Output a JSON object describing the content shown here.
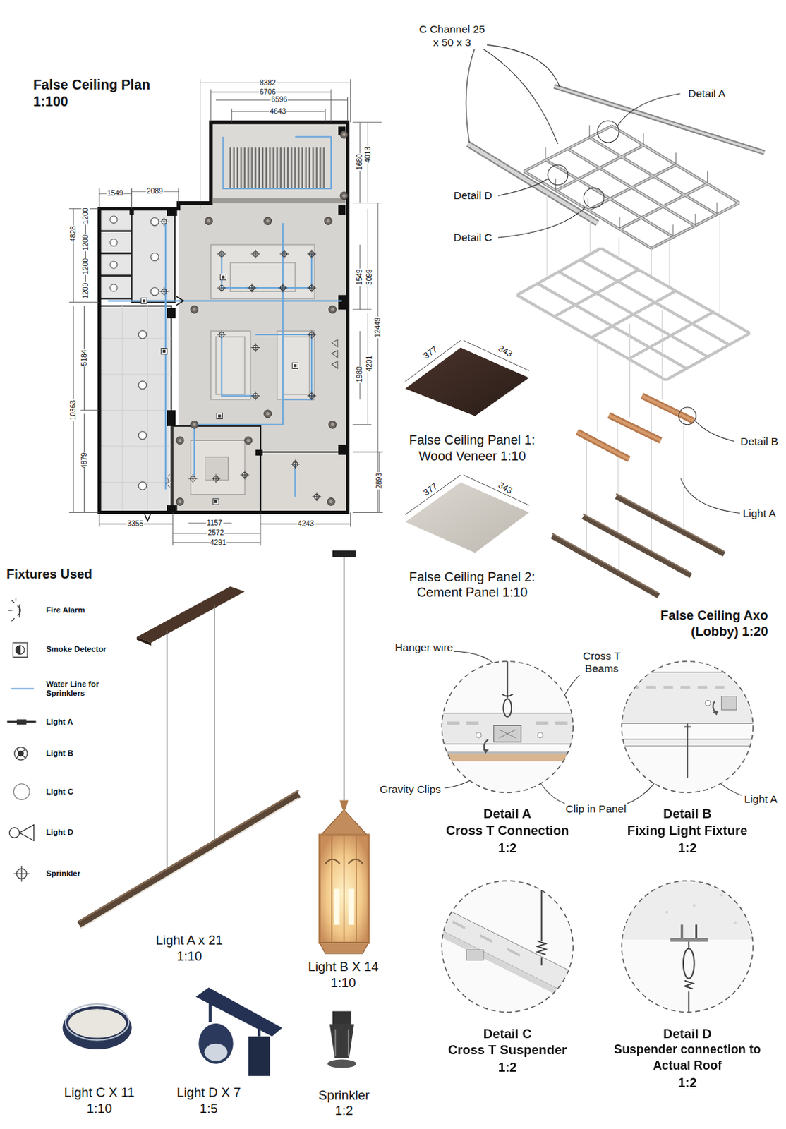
{
  "diagram": {
    "title": "False Ceiling Plan 1:100",
    "nodes": [
      {
        "text": [
          "Detail A",
          "Cross T Connection",
          "1:2"
        ]
      },
      {
        "text": [
          "Detail B",
          "Fixing Light Fixture",
          "1:2"
        ]
      },
      {
        "text": [
          "Detail C",
          "Cross T Suspender",
          "1:2"
        ]
      },
      {
        "text": [
          "Detail D",
          "Suspender connection to Actual Roof",
          "1:2"
        ]
      }
    ],
    "labels": [
      "C Channel 25 x 50 x 3",
      "Detail A",
      "8382",
      "6706",
      "6596",
      "4643",
      "1680",
      "4013",
      "2089",
      "1549",
      "Detail D",
      "1200",
      "4828",
      "1200",
      "Detail C",
      "1200",
      "1549",
      "3099",
      "1200",
      "12449",
      "377",
      "343",
      "5184",
      "4201",
      "1980",
      "10363",
      "Detail B",
      "False Ceiling Panel 1: Wood Veneer 1:10",
      "4879",
      "2893",
      "377",
      "343",
      "Light A",
      "3355",
      "1157",
      "4243",
      "2572",
      "4291",
      "Fixtures Used",
      "False Ceiling Panel 2: Cement Panel 1:10",
      "False Ceiling Axo (Lobby) 1:20",
      "Hanger wire",
      "Cross T Beams",
      "Gravity Clips",
      "Clip in Panel",
      "Light A",
      "Light A x 21 1:10",
      "Light B X 14 1:10",
      "Light C X 11 1:10",
      "Light D X 7 1:5",
      "Sprinkler 1:2"
    ],
    "legend": [
      {
        "text": "Fire Alarm"
      },
      {
        "text": "Smoke Detector"
      },
      {
        "text": "Water Line for Sprinklers"
      },
      {
        "text": "Light A"
      },
      {
        "text": "Light B"
      },
      {
        "text": "Light C"
      },
      {
        "text": "Light D"
      },
      {
        "text": "Sprinkler"
      }
    ]
  }
}
